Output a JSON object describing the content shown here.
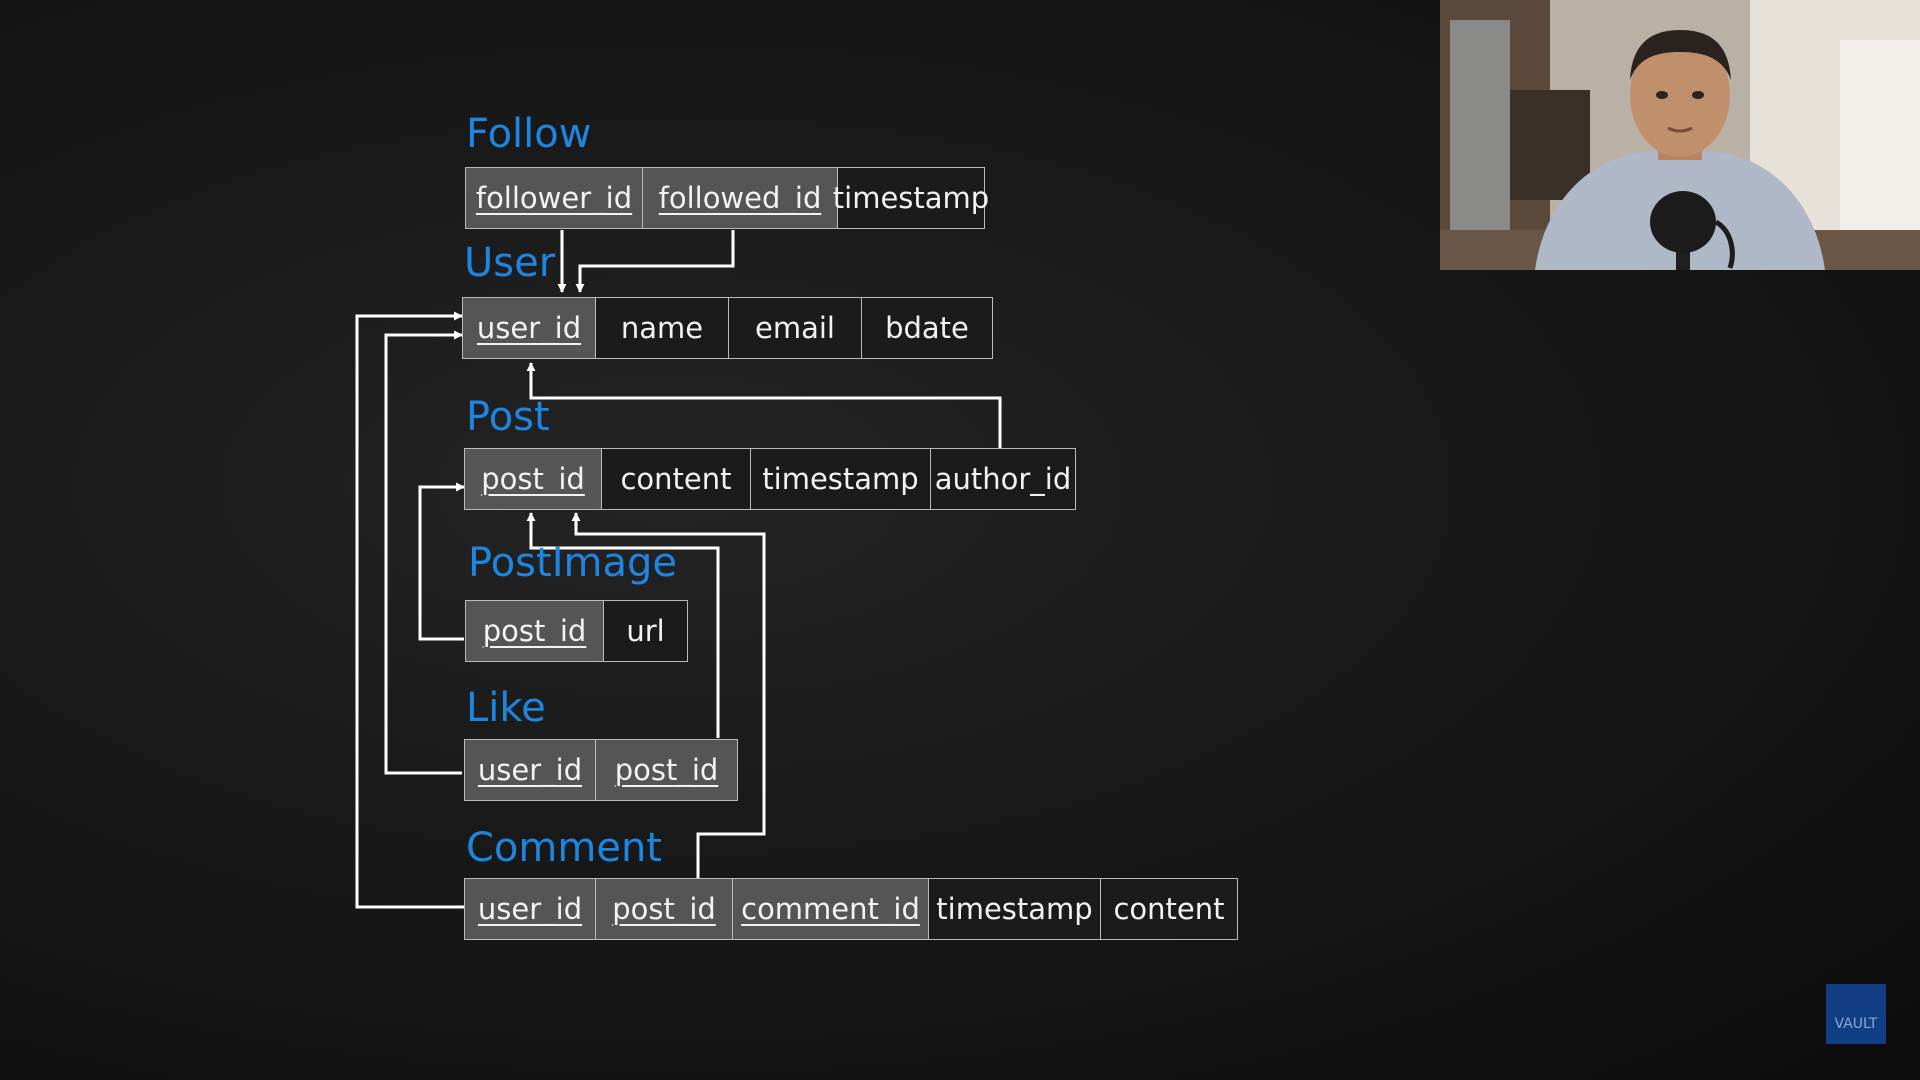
{
  "diagram": {
    "tables": [
      {
        "name": "Follow",
        "columns": [
          {
            "label": "follower_id",
            "key": true
          },
          {
            "label": "followed_id",
            "key": true
          },
          {
            "label": "timestamp",
            "key": false
          }
        ]
      },
      {
        "name": "User",
        "columns": [
          {
            "label": "user_id",
            "key": true
          },
          {
            "label": "name",
            "key": false
          },
          {
            "label": "email",
            "key": false
          },
          {
            "label": "bdate",
            "key": false
          }
        ]
      },
      {
        "name": "Post",
        "columns": [
          {
            "label": "post_id",
            "key": true
          },
          {
            "label": "content",
            "key": false
          },
          {
            "label": "timestamp",
            "key": false
          },
          {
            "label": "author_id",
            "key": false
          }
        ]
      },
      {
        "name": "PostImage",
        "columns": [
          {
            "label": "post_id",
            "key": true
          },
          {
            "label": "url",
            "key": false
          }
        ]
      },
      {
        "name": "Like",
        "columns": [
          {
            "label": "user_id",
            "key": true
          },
          {
            "label": "post_id",
            "key": true
          }
        ]
      },
      {
        "name": "Comment",
        "columns": [
          {
            "label": "user_id",
            "key": true
          },
          {
            "label": "post_id",
            "key": true
          },
          {
            "label": "comment_id",
            "key": true
          },
          {
            "label": "timestamp",
            "key": false
          },
          {
            "label": "content",
            "key": false
          }
        ]
      }
    ],
    "relationships": [
      {
        "from": "Follow.follower_id",
        "to": "User.user_id"
      },
      {
        "from": "Follow.followed_id",
        "to": "User.user_id"
      },
      {
        "from": "Post.author_id",
        "to": "User.user_id"
      },
      {
        "from": "PostImage.post_id",
        "to": "Post.post_id"
      },
      {
        "from": "Like.post_id",
        "to": "Post.post_id"
      },
      {
        "from": "Like.user_id",
        "to": "User.user_id"
      },
      {
        "from": "Comment.post_id",
        "to": "Post.post_id"
      },
      {
        "from": "Comment.user_id",
        "to": "User.user_id"
      }
    ],
    "colors": {
      "title": "#1d86e0",
      "key_cell": "#555555",
      "cell_text": "#f2f2f2",
      "border": "#bbbbbb",
      "connector": "#ffffff"
    }
  },
  "overlay": {
    "webcam": "presenter-webcam",
    "watermark_text": "VAULT"
  }
}
